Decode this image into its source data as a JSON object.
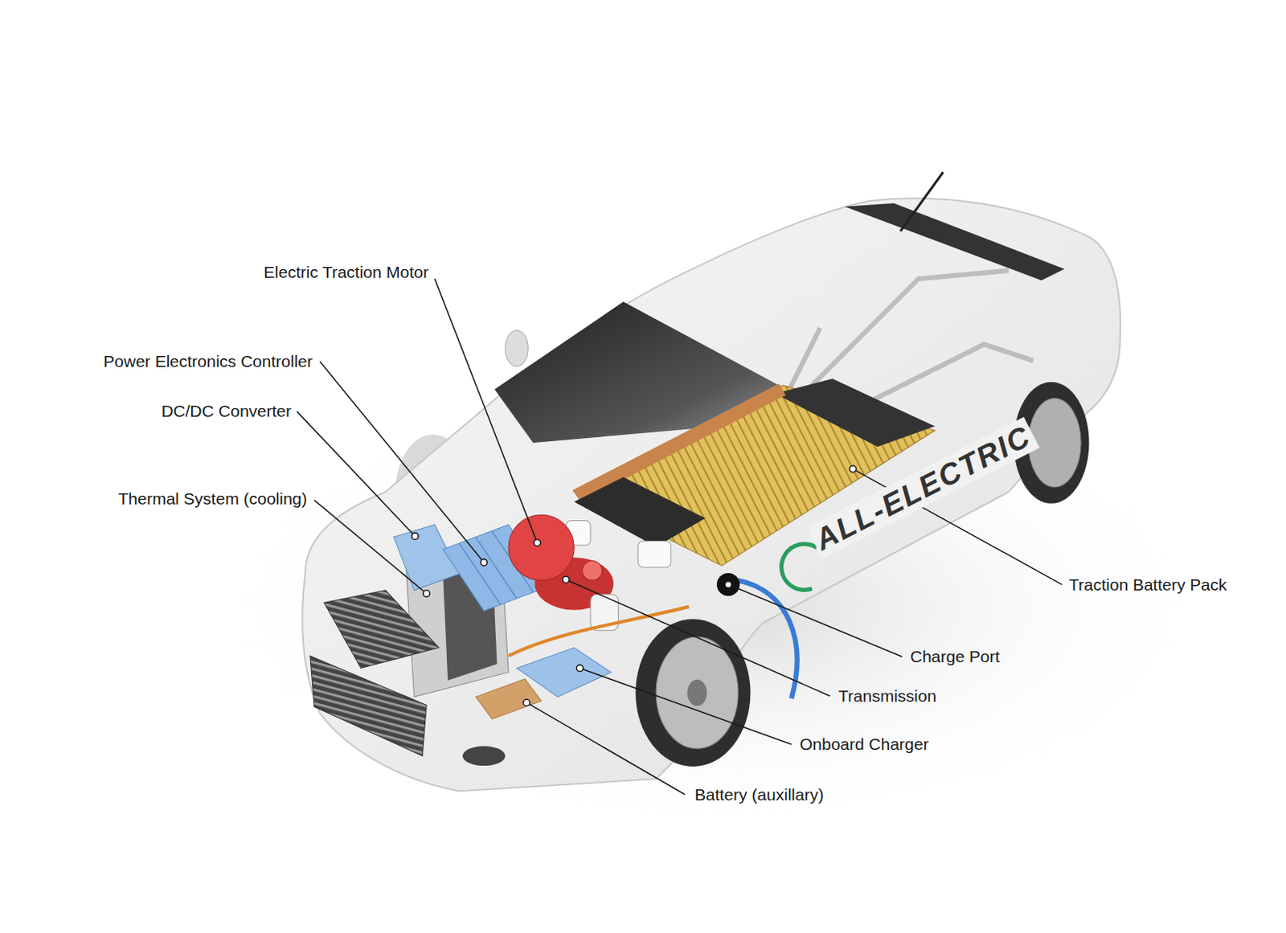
{
  "diagram": {
    "labels": [
      "Electric Traction Motor",
      "Power Electronics Controller",
      "DC/DC Converter",
      "Thermal System (cooling)",
      "ALL-ELECTRIC",
      "Traction Battery Pack",
      "Charge Port",
      "Transmission",
      "Onboard Charger",
      "Battery (auxillary)"
    ]
  }
}
